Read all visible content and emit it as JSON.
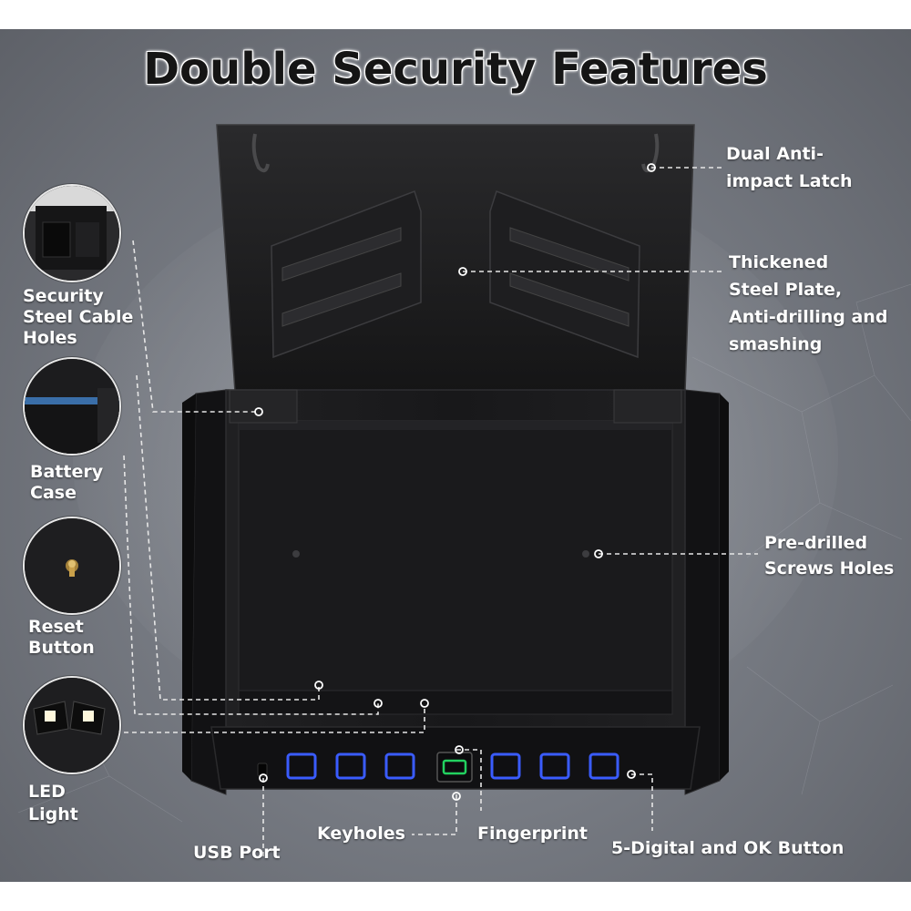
{
  "title": "Double Security Features",
  "labels": {
    "latch": [
      "Dual Anti-",
      "impact Latch"
    ],
    "steel_plate": [
      "Thickened",
      "Steel Plate,",
      "Anti-drilling and",
      "smashing"
    ],
    "screw_holes": [
      "Pre-drilled",
      "Screws Holes"
    ],
    "cable_holes": [
      "Security",
      "Steel Cable",
      "Holes"
    ],
    "battery": [
      "Battery",
      "Case"
    ],
    "reset": [
      "Reset",
      "Button"
    ],
    "led": [
      "LED",
      "Light"
    ],
    "usb": "USB Port",
    "keyholes": "Keyholes",
    "fingerprint": "Fingerprint",
    "digital_buttons": "5-Digital and OK Button"
  },
  "colors": {
    "button_glow": "#3a5cff",
    "fingerprint_glow": "#22d160",
    "safe_body": "#1c1c1e",
    "label_text": "#ffffff"
  },
  "icons": [
    "cable-hole-detail",
    "battery-case-detail",
    "reset-button-detail",
    "led-light-detail",
    "fingerprint-sensor-icon"
  ]
}
